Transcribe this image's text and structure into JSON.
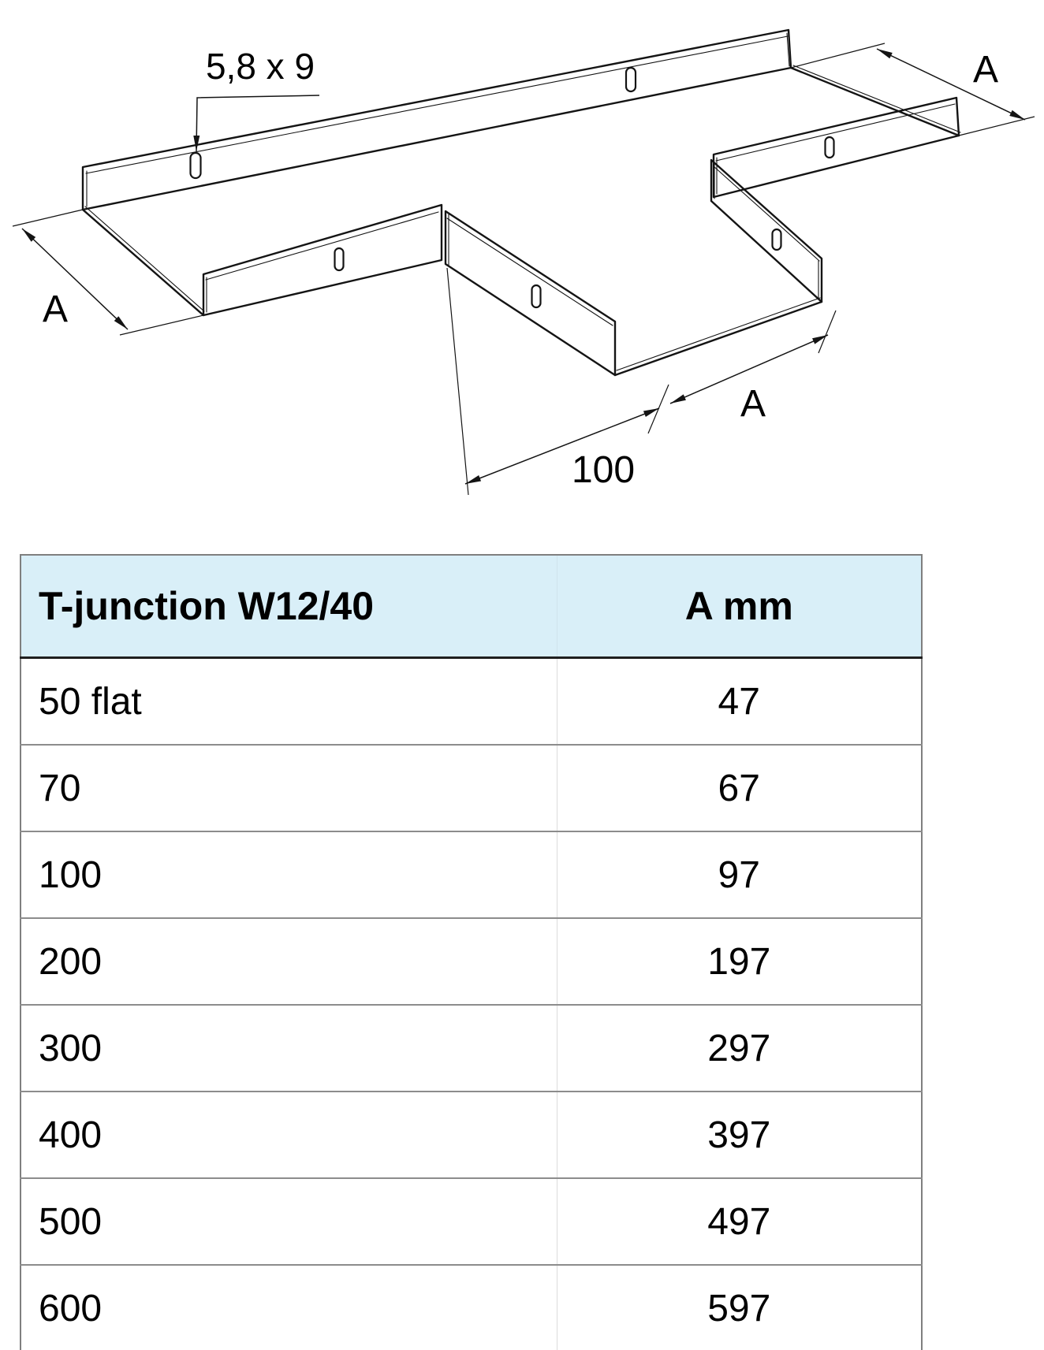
{
  "drawing": {
    "slot_label": "5,8 x 9",
    "dim_left": "A",
    "dim_top_right": "A",
    "dim_bottom_right": "A",
    "dim_bottom_width": "100"
  },
  "table": {
    "header": {
      "col1": "T-junction W12/40",
      "col2": "A mm"
    },
    "rows": [
      {
        "size": "50 flat",
        "a": "47"
      },
      {
        "size": "70",
        "a": "67"
      },
      {
        "size": "100",
        "a": "97"
      },
      {
        "size": "200",
        "a": "197"
      },
      {
        "size": "300",
        "a": "297"
      },
      {
        "size": "400",
        "a": "397"
      },
      {
        "size": "500",
        "a": "497"
      },
      {
        "size": "600",
        "a": "597"
      }
    ]
  },
  "colors": {
    "header_background": "#d9eff8",
    "line_color": "#141414",
    "table_border": "#7f7f7f",
    "row_divider": "#8c8c8c"
  }
}
